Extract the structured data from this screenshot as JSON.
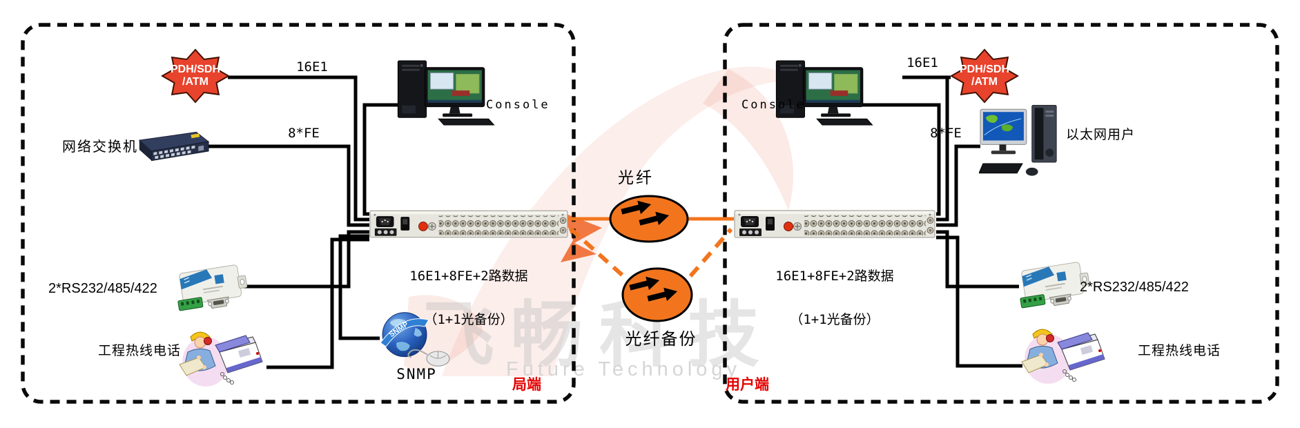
{
  "colors": {
    "wire_black": "#000000",
    "fiber_orange": "#f2751d",
    "tag_red": "#e50000",
    "starburst_fill": "#e8432c"
  },
  "watermark": {
    "title": "飞畅科技",
    "subtitle": "Future Technology"
  },
  "left_box": {
    "tag": "局端",
    "starburst_line1": "PDH/SDH",
    "starburst_line2": "/ATM",
    "label_16e1": "16E1",
    "label_console": "Console",
    "label_switch": "网络交换机",
    "label_8fe": "8*FE",
    "label_rs232": "2*RS232/485/422",
    "label_phone": "工程热线电话",
    "label_snmp": "SNMP",
    "snmp_globe_text": "SNMP",
    "device_line1": "16E1+8FE+2路数据",
    "device_line2": "（1+1光备份）"
  },
  "middle": {
    "fiber_label": "光纤",
    "fiber_backup_label": "光纤备份"
  },
  "right_box": {
    "tag": "用户端",
    "starburst_line1": "PDH/SDH",
    "starburst_line2": "/ATM",
    "label_16e1": "16E1",
    "label_console": "Console",
    "label_8fe": "8*FE",
    "label_eth_user": "以太网用户",
    "label_rs232": "2*RS232/485/422",
    "label_phone": "工程热线电话",
    "device_line1": "16E1+8FE+2路数据",
    "device_line2": "（1+1光备份）"
  }
}
